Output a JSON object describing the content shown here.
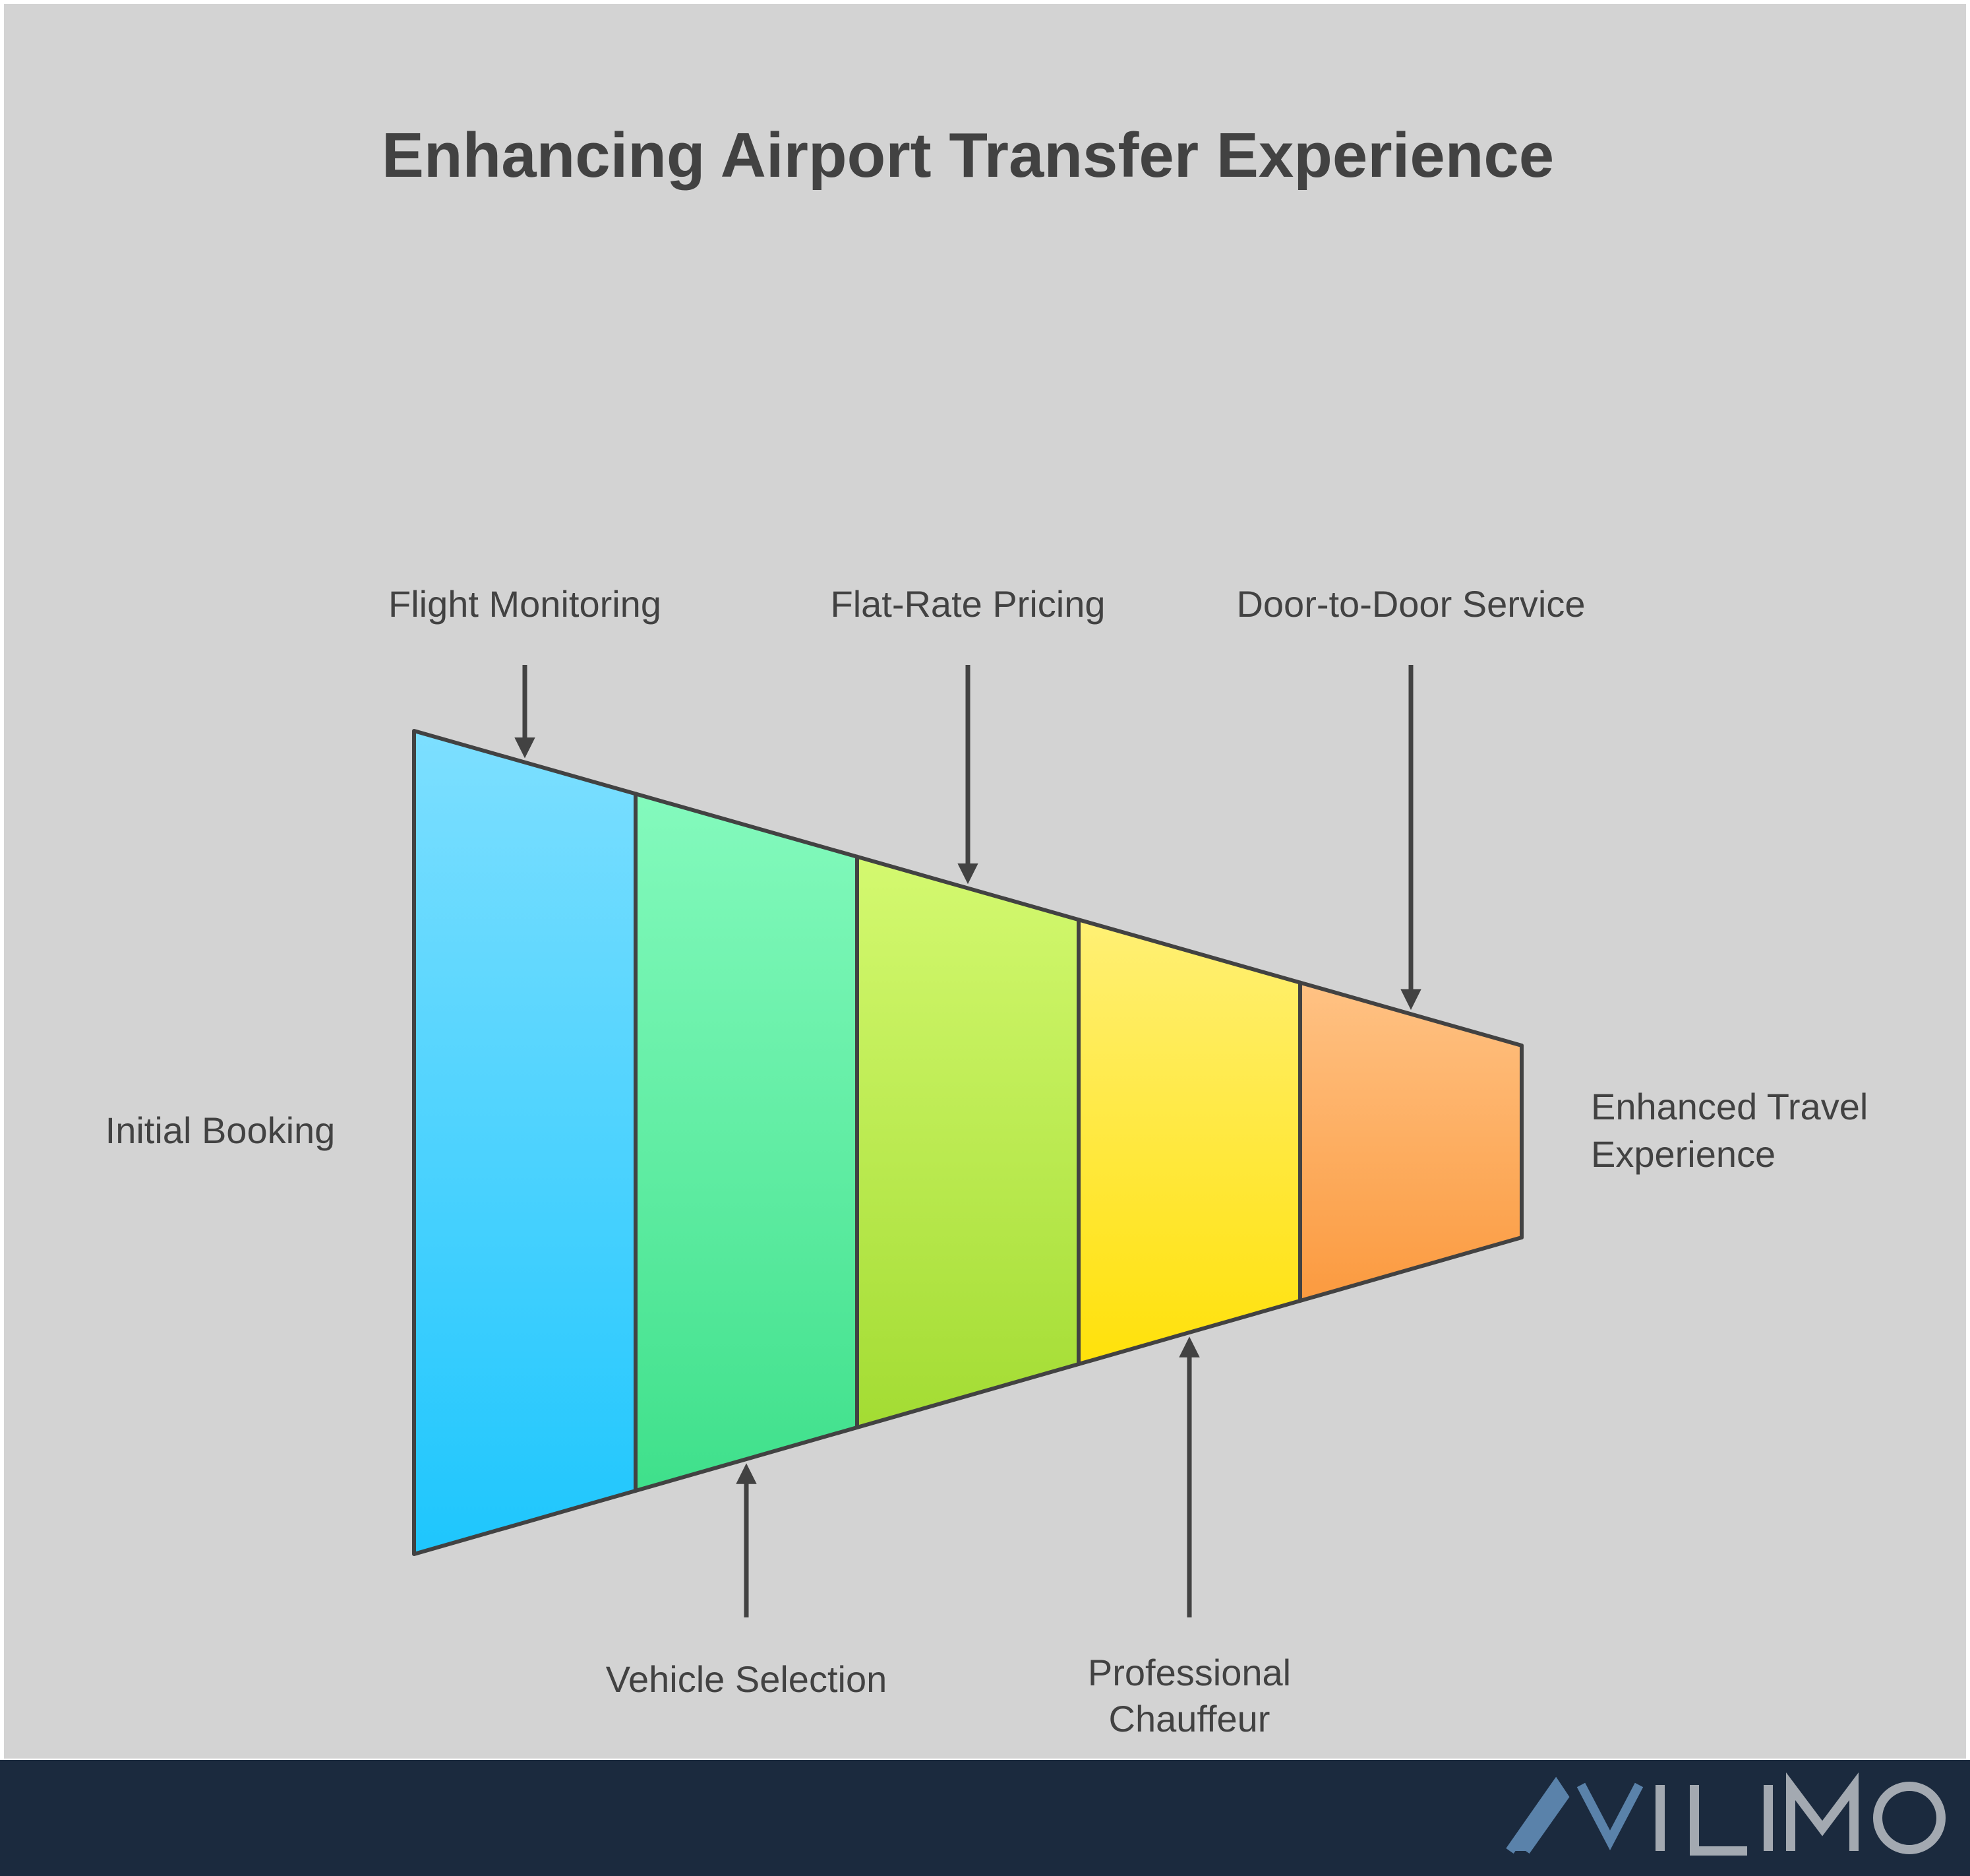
{
  "title": "Enhancing Airport Transfer Experience",
  "start_label": "Initial Booking",
  "end_label_lines": [
    "Enhanced Travel",
    "Experience"
  ],
  "stages": [
    {
      "id": "stage-1",
      "color_top": "#7ddfff",
      "color_bottom": "#1ec6fd"
    },
    {
      "id": "stage-2",
      "color_top": "#84fabd",
      "color_bottom": "#3fe08b"
    },
    {
      "id": "stage-3",
      "color_top": "#d4f970",
      "color_bottom": "#a3dc33"
    },
    {
      "id": "stage-4",
      "color_top": "#fff075",
      "color_bottom": "#ffe10a"
    },
    {
      "id": "stage-5",
      "color_top": "#ffc284",
      "color_bottom": "#fb9a3f"
    }
  ],
  "top_callouts": [
    {
      "label_lines": [
        "Flight Monitoring"
      ]
    },
    {
      "label_lines": [
        "Flat-Rate Pricing"
      ]
    },
    {
      "label_lines": [
        "Door-to-Door Service"
      ]
    }
  ],
  "bottom_callouts": [
    {
      "label_lines": [
        "Vehicle Selection"
      ]
    },
    {
      "label_lines": [
        "Professional",
        "Chauffeur"
      ]
    }
  ],
  "logo": {
    "text": "AVILIMO",
    "accent_color": "#5a82aa",
    "text_color": "#a3a9b1"
  },
  "colors": {
    "ink": "#424242",
    "panel": "#d3d3d3",
    "footer": "#1b2a3e"
  }
}
